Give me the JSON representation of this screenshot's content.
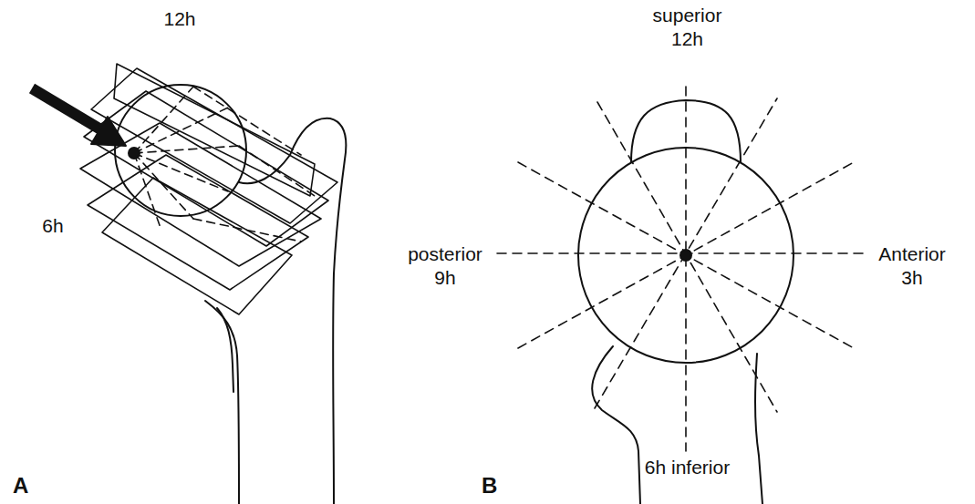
{
  "diagram": {
    "labels": [
      "12h",
      "6h",
      "A",
      "superior 12h",
      "posterior 9h",
      "Anterior 3h",
      "6h inferior",
      "B"
    ]
  }
}
